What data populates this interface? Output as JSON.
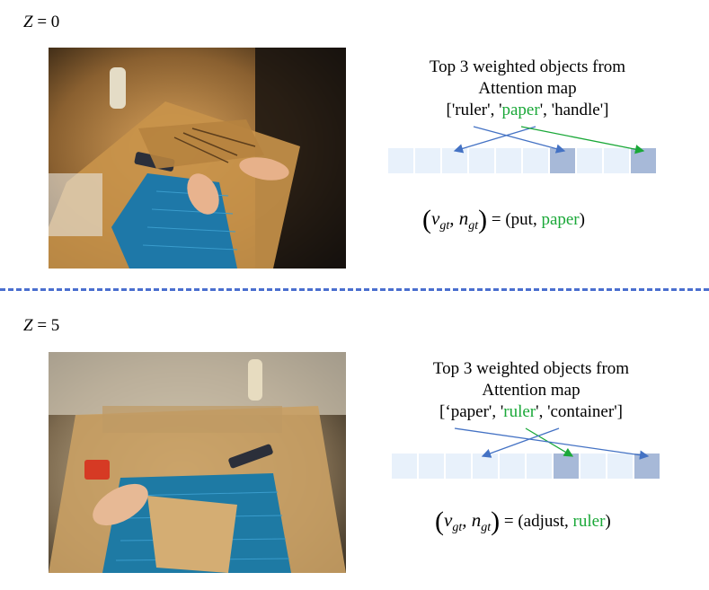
{
  "colors": {
    "highlight": "#1aa838",
    "arrow_blue": "#4472c4",
    "arrow_green": "#1aa838",
    "cell_light": "#e8f1fb",
    "cell_dark": "#a7b9d8",
    "divider": "#4a6fcf"
  },
  "panels": [
    {
      "z_label": "Z = 0",
      "title_line1": "Top 3 weighted objects from",
      "title_line2": "Attention map",
      "objects": [
        "ruler",
        "paper",
        "handle"
      ],
      "highlight_index": 1,
      "cells_highlighted": [
        6,
        9
      ],
      "formula_verb": "put",
      "formula_noun": "paper"
    },
    {
      "z_label": "Z = 5",
      "title_line1": "Top 3 weighted objects from",
      "title_line2": "Attention map",
      "objects": [
        "paper",
        "ruler",
        "container"
      ],
      "highlight_index": 1,
      "cells_highlighted": [
        6,
        9
      ],
      "formula_verb": "adjust",
      "formula_noun": "ruler"
    }
  ]
}
